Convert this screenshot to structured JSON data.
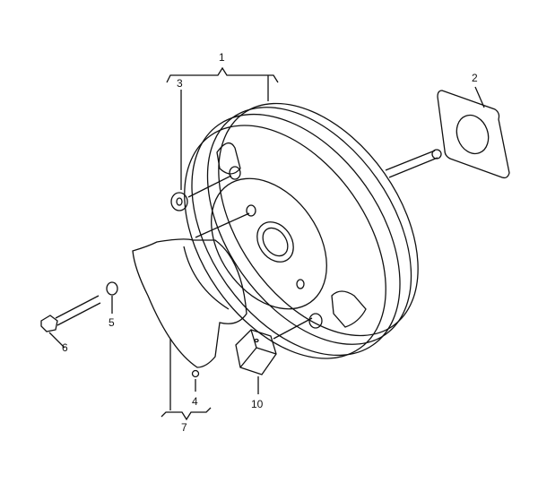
{
  "callouts": {
    "c1": "1",
    "c2": "2",
    "c3": "3",
    "c4": "4",
    "c5": "5",
    "c6": "6",
    "c7": "7",
    "c10": "10"
  }
}
